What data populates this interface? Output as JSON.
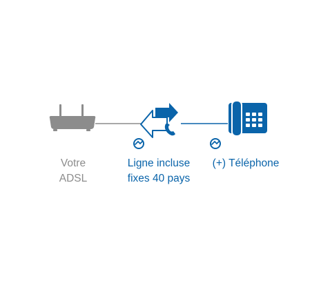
{
  "nodes": {
    "adsl": {
      "line1": "Votre",
      "line2": "ADSL"
    },
    "ligne": {
      "line1": "Ligne incluse",
      "line2": "fixes 40 pays"
    },
    "telephone": {
      "line1": "(+) Téléphone"
    }
  },
  "colors": {
    "grey": "#8c8c8c",
    "blue": "#0a64aa"
  }
}
